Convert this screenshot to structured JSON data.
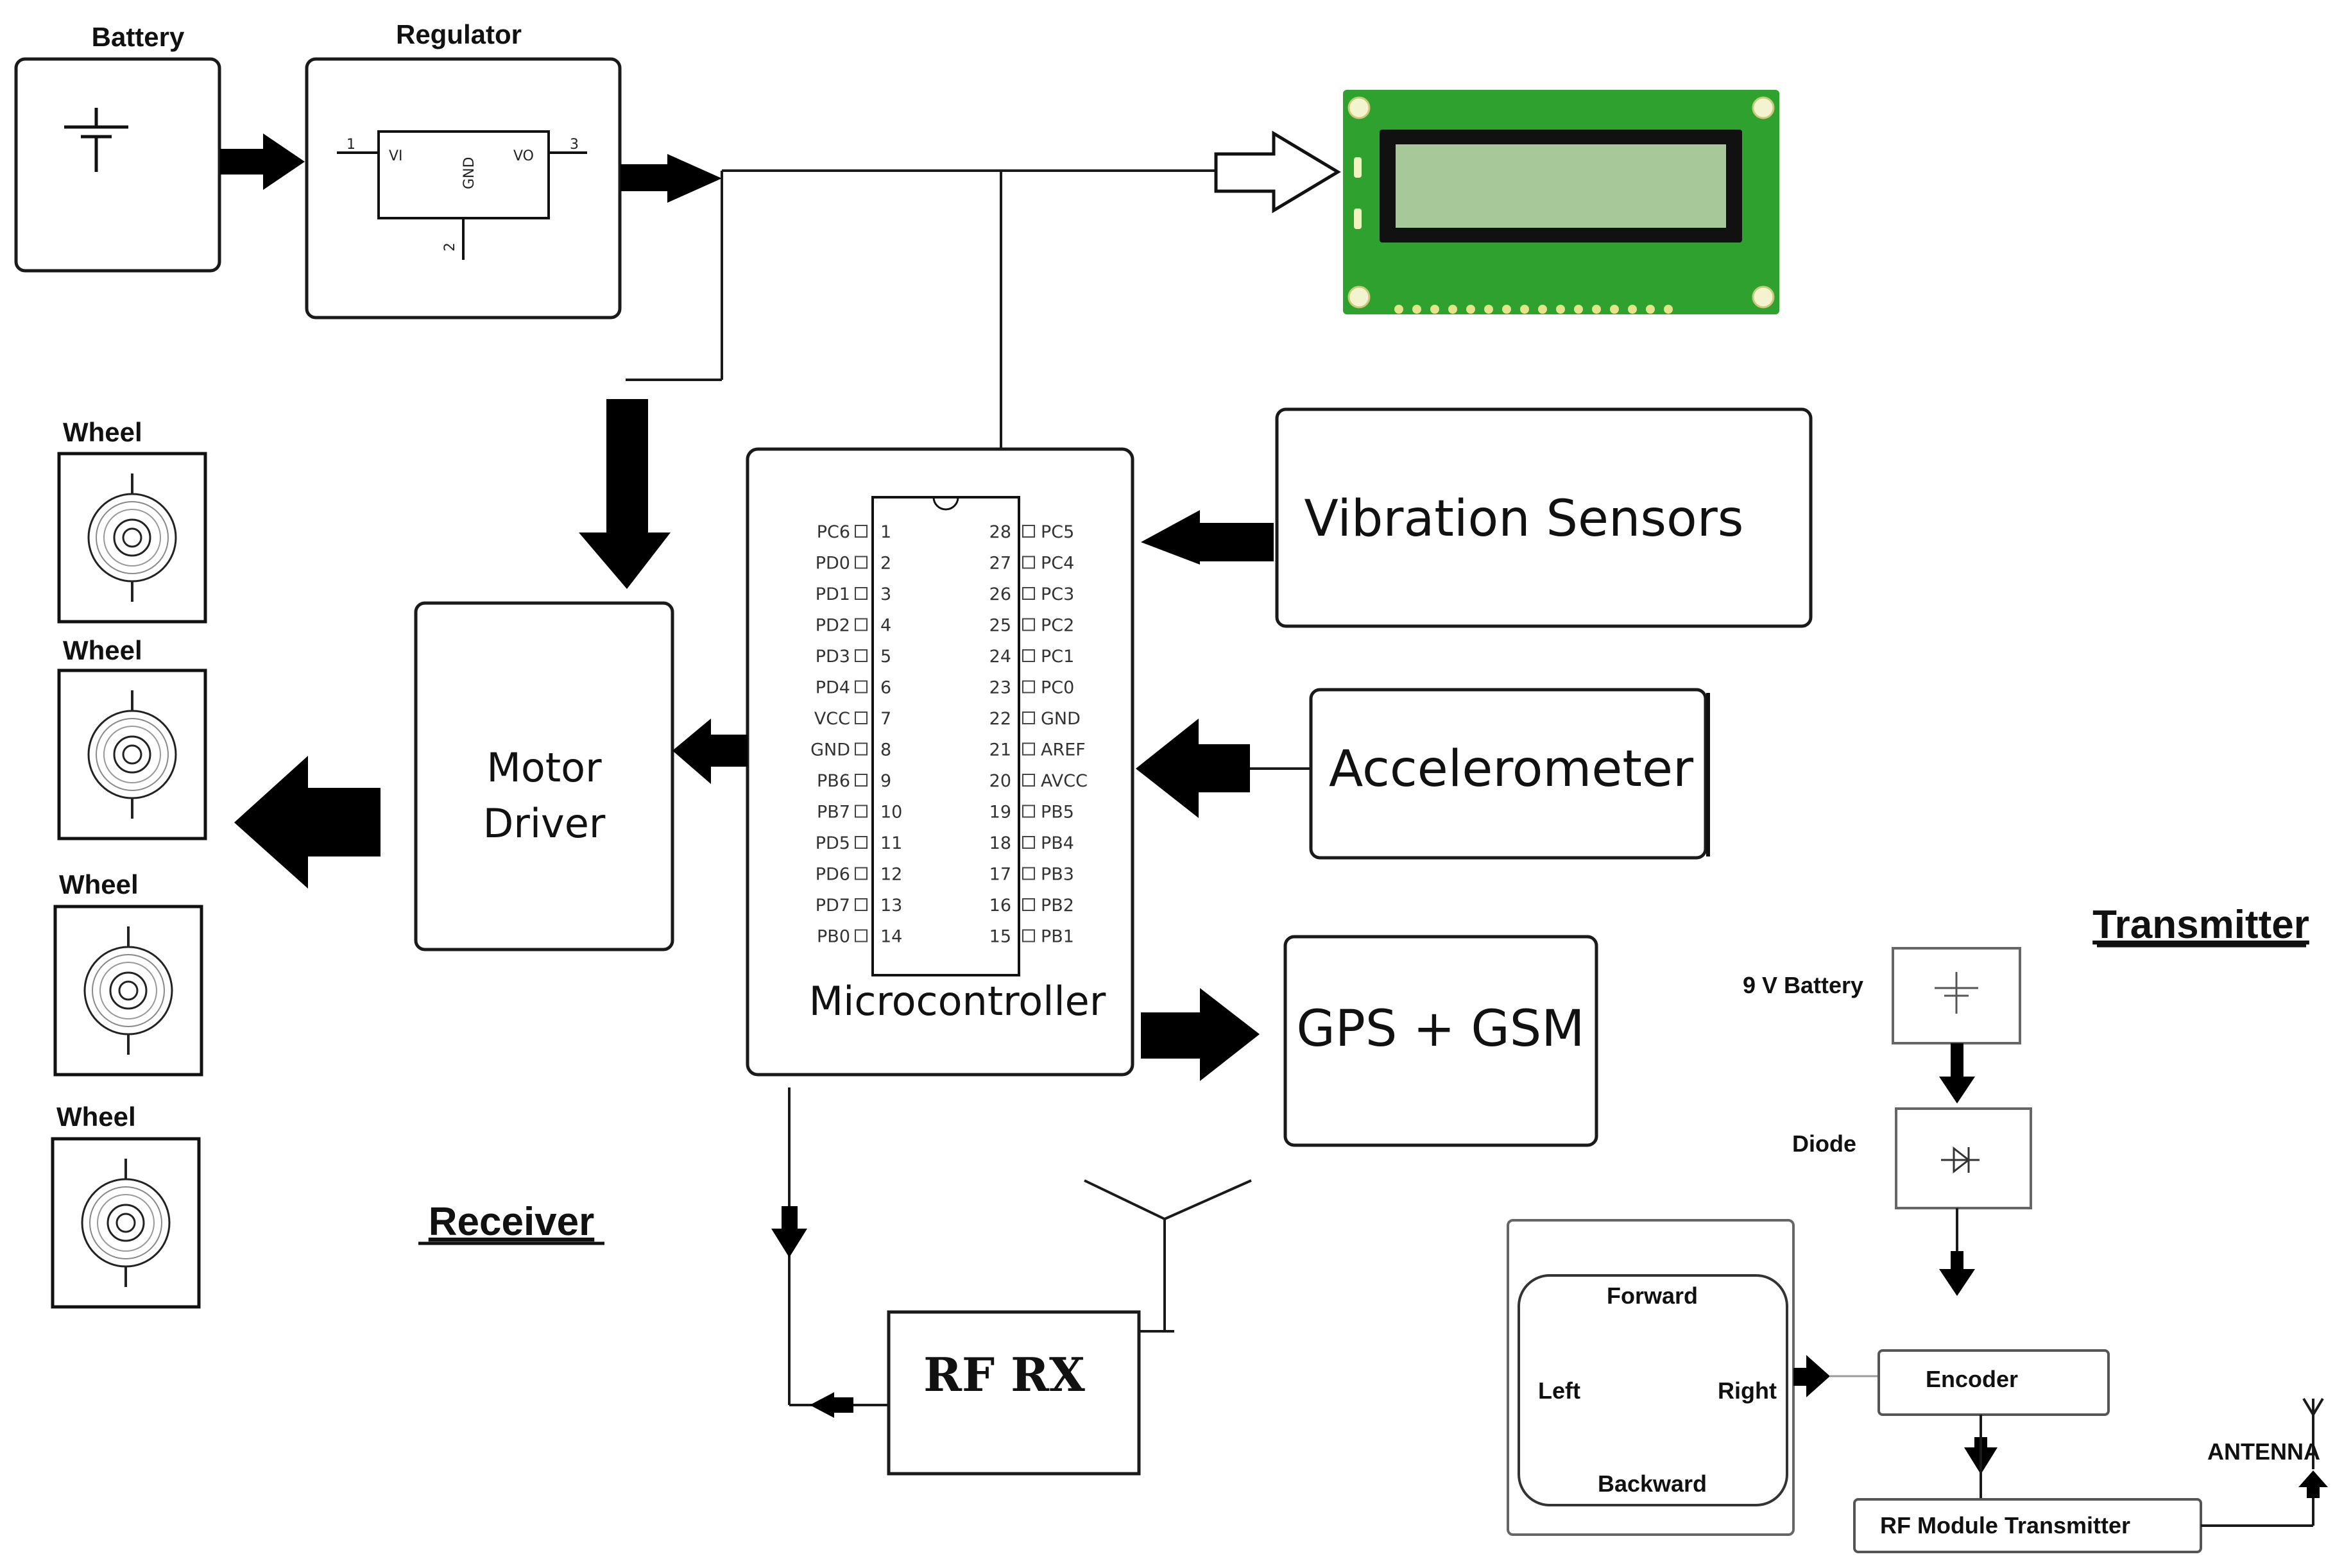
{
  "receiver": {
    "title": "Receiver",
    "battery_label": "Battery",
    "regulator_label": "Regulator",
    "regulator_pins": {
      "vi": "VI",
      "vo": "VO",
      "gnd": "GND",
      "pin1": "1",
      "pin2": "2",
      "pin3": "3"
    },
    "wheel_labels": [
      "Wheel",
      "Wheel",
      "Wheel",
      "Wheel"
    ],
    "motor_driver": [
      "Motor",
      "Driver"
    ],
    "microcontroller_label": "Microcontroller",
    "mcu_pins_left": [
      {
        "name": "PC6",
        "num": "1"
      },
      {
        "name": "PD0",
        "num": "2"
      },
      {
        "name": "PD1",
        "num": "3"
      },
      {
        "name": "PD2",
        "num": "4"
      },
      {
        "name": "PD3",
        "num": "5"
      },
      {
        "name": "PD4",
        "num": "6"
      },
      {
        "name": "VCC",
        "num": "7"
      },
      {
        "name": "GND",
        "num": "8"
      },
      {
        "name": "PB6",
        "num": "9"
      },
      {
        "name": "PB7",
        "num": "10"
      },
      {
        "name": "PD5",
        "num": "11"
      },
      {
        "name": "PD6",
        "num": "12"
      },
      {
        "name": "PD7",
        "num": "13"
      },
      {
        "name": "PB0",
        "num": "14"
      }
    ],
    "mcu_pins_right": [
      {
        "name": "PC5",
        "num": "28"
      },
      {
        "name": "PC4",
        "num": "27"
      },
      {
        "name": "PC3",
        "num": "26"
      },
      {
        "name": "PC2",
        "num": "25"
      },
      {
        "name": "PC1",
        "num": "24"
      },
      {
        "name": "PC0",
        "num": "23"
      },
      {
        "name": "GND",
        "num": "22"
      },
      {
        "name": "AREF",
        "num": "21"
      },
      {
        "name": "AVCC",
        "num": "20"
      },
      {
        "name": "PB5",
        "num": "19"
      },
      {
        "name": "PB4",
        "num": "18"
      },
      {
        "name": "PB3",
        "num": "17"
      },
      {
        "name": "PB2",
        "num": "16"
      },
      {
        "name": "PB1",
        "num": "15"
      }
    ],
    "vibration_sensors": "Vibration Sensors",
    "accelerometer": "Accelerometer",
    "gps_gsm": "GPS + GSM",
    "rf_rx": "RF RX"
  },
  "transmitter": {
    "title": "Transmitter",
    "battery_label": "9 V Battery",
    "diode_label": "Diode",
    "joystick": {
      "forward": "Forward",
      "left": "Left",
      "right": "Right",
      "backward": "Backward"
    },
    "encoder": "Encoder",
    "rf_module": "RF Module Transmitter",
    "antenna": "ANTENNA"
  },
  "colors": {
    "lcd_board": "#2ea12e",
    "lcd_screen": "#a7c99a",
    "lcd_bezel": "#111111"
  }
}
